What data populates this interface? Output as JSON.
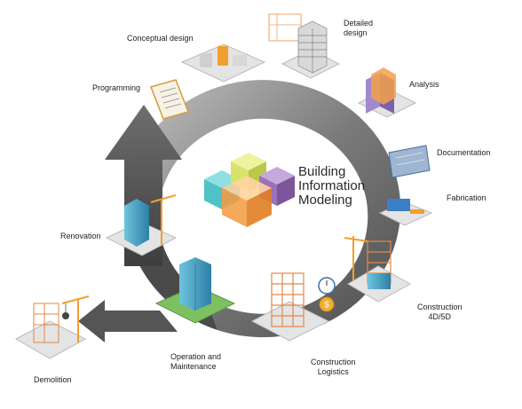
{
  "center": {
    "line1": "Building",
    "line2": "Information",
    "line3": "Modeling"
  },
  "stages": {
    "conceptual_design": "Conceptual design",
    "detailed_design_1": "Detailed",
    "detailed_design_2": "design",
    "analysis": "Analysis",
    "programming": "Programming",
    "documentation": "Documentation",
    "fabrication": "Fabrication",
    "construction_4d5d_1": "Construction",
    "construction_4d5d_2": "4D/5D",
    "construction_logistics_1": "Construction",
    "construction_logistics_2": "Logistics",
    "operation_1": "Operation and",
    "operation_2": "Maintenance",
    "renovation": "Renovation",
    "demolition": "Demolition"
  },
  "colors": {
    "ring_dark": "#5f5f5f",
    "ring_light": "#8a8a8a",
    "cube_teal": "#4fc2c6",
    "cube_yellow": "#d9e36a",
    "cube_purple": "#9b72b8",
    "cube_orange": "#f4a04a",
    "building_blue": "#4aa8c8",
    "scaffold_orange": "#e0894a",
    "crane_orange": "#f0a030",
    "grass_green": "#7cc060"
  },
  "icons": [
    "clipboard-icon",
    "stopwatch-icon",
    "dollar-coin-icon",
    "crane-icon",
    "wrecking-ball-icon"
  ]
}
